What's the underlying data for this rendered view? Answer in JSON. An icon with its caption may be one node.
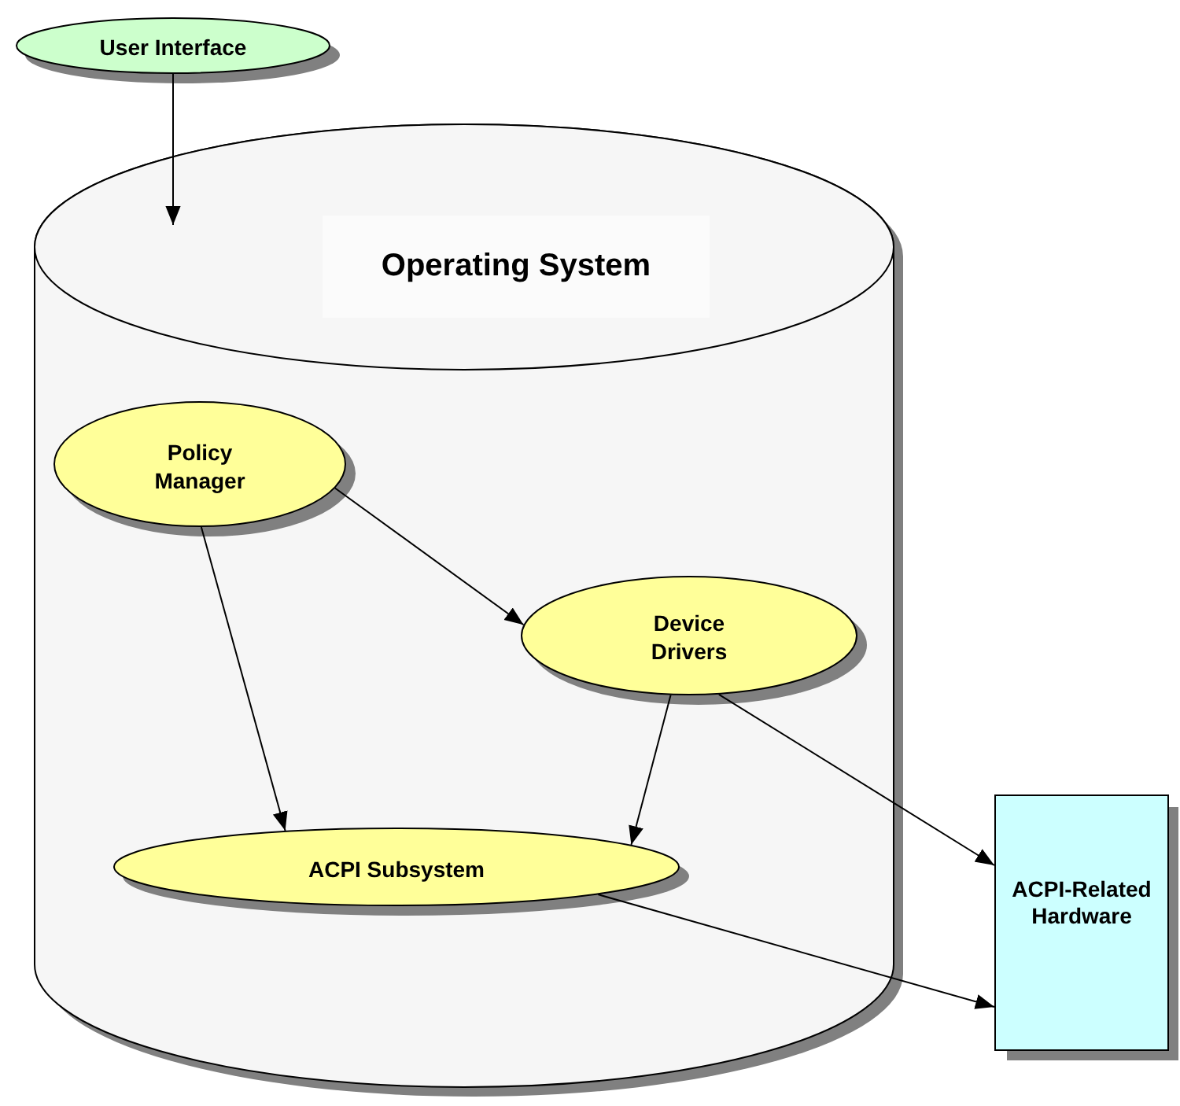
{
  "diagram": {
    "nodes": [
      {
        "text": [
          "User Interface"
        ]
      },
      {
        "text": [
          "Operating System"
        ]
      },
      {
        "text": [
          "Policy Manager"
        ],
        "in": 1
      },
      {
        "text": [
          "Device Drivers"
        ],
        "in": 1
      },
      {
        "text": [
          "ACPI Subsystem"
        ],
        "in": 1
      },
      {
        "text": [
          "ACPI-Related Hardware"
        ]
      }
    ],
    "edges": [
      {
        "from": 0,
        "to": 1,
        "arrow": "to"
      },
      {
        "from": 2,
        "to": 3,
        "arrow": "to"
      },
      {
        "from": 2,
        "to": 4,
        "arrow": "to"
      },
      {
        "from": 3,
        "to": 4,
        "arrow": "to"
      },
      {
        "from": 3,
        "to": 5,
        "arrow": "to"
      },
      {
        "from": 4,
        "to": 5,
        "arrow": "to"
      }
    ]
  }
}
